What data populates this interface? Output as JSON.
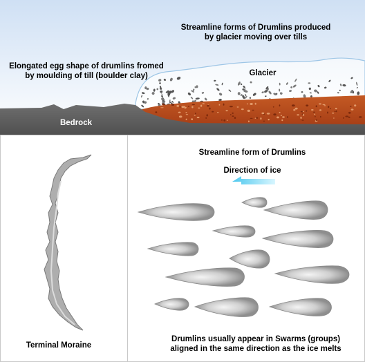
{
  "top_panel": {
    "streamline_text": [
      "Streamline forms of Drumlins produced",
      "by glacier moving over tills"
    ],
    "elongated_text": [
      "Elongated egg shape of drumlins fromed",
      "by moulding of till (boulder clay)"
    ],
    "glacier_label": "Glacier",
    "bedrock_label": "Bedrock"
  },
  "left_panel": {
    "moraine_label": "Terminal Moraine"
  },
  "right_panel": {
    "title": "Streamline form of Drumlins",
    "direction_label": "Direction of ice",
    "caption": [
      "Drumlins usually appear in Swarms (groups)",
      "aligned in the same direction as the ice melts"
    ]
  },
  "colors": {
    "sky_top": "#cfe0f4",
    "bedrock": "#666666",
    "till": "#b8441a",
    "arrow": "#5fd0f0",
    "panel_border": "#c8c8c8"
  }
}
